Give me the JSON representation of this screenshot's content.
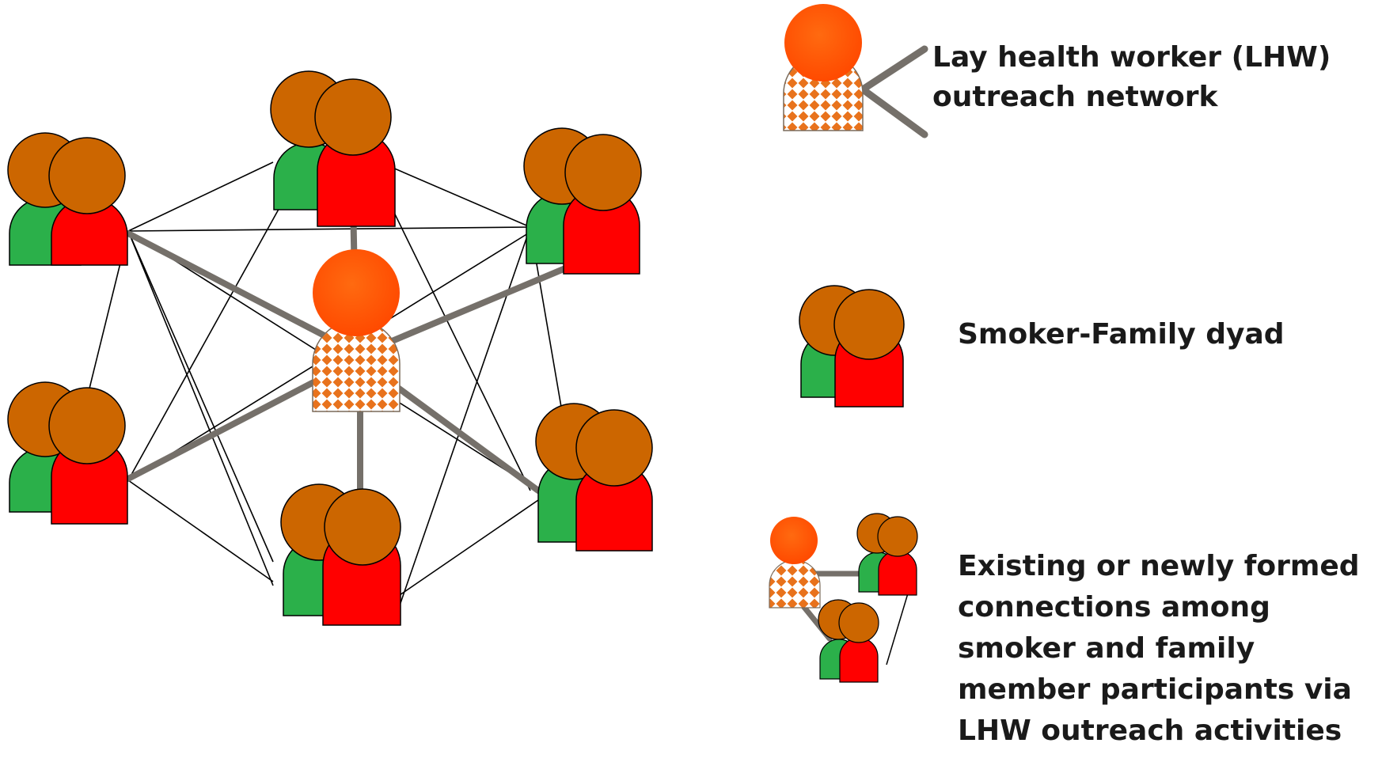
{
  "colors": {
    "smoker": "#2bb04a",
    "family": "#ff0000",
    "head": "#cc6600",
    "lhw_head": "#ff5a00",
    "lhw_pattern": "#e8721c",
    "lhw_edge": "#75706a",
    "dyad_edge": "#000000"
  },
  "icons": {
    "lhw": "lay-health-worker-icon",
    "dyad": "smoker-family-dyad-icon"
  },
  "legend": {
    "lhw_line1": "Lay health worker (LHW)",
    "lhw_line2": "outreach network",
    "dyad": "Smoker-Family dyad",
    "connections_line1": "Existing or newly formed",
    "connections_line2": "connections among",
    "connections_line3": "smoker and family",
    "connections_line4": "member participants via",
    "connections_line5": "LHW outreach activities"
  }
}
